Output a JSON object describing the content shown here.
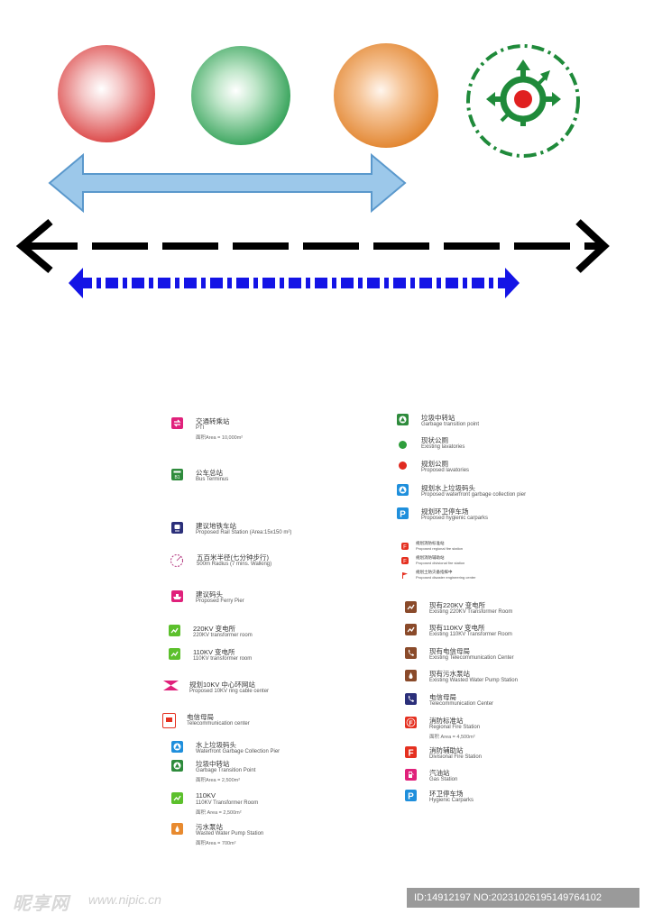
{
  "colors": {
    "red": "#d93b3b",
    "green": "#2c9e52",
    "orange": "#e88a2f",
    "roundabout_green": "#1f8a3a",
    "light_blue_arrow": "#7fb6e0",
    "dark_blue_arrow": "#1414e6",
    "black_arrow": "#000000",
    "pink": "#e0217b",
    "icon_green": "#2e8b3c",
    "navy": "#2b2f7a",
    "brown": "#8a4a2a",
    "red_sign": "#e53020",
    "blue": "#1f8fdc",
    "lime": "#5cc02c"
  },
  "legend_left": [
    {
      "icon": "transfer-icon",
      "color": "#e0217b",
      "zh": "交通转乘站",
      "en": "PTI",
      "area": "面积Area = 10,000m²"
    },
    {
      "icon": "bus-icon",
      "color": "#2e8b3c",
      "zh": "公车总站",
      "en": "Bus Terminus",
      "area": ""
    },
    {
      "icon": "rail-icon",
      "color": "#2b2f7a",
      "zh": "建议地铁车站",
      "en": "Proposed Rail Station (Area:15x150 m²)",
      "area": ""
    },
    {
      "icon": "radius-icon",
      "color": "#b0307a",
      "zh": "五百米半径(七分钟步行)",
      "en": "500m Radius (7 mins. Walking)",
      "area": ""
    },
    {
      "icon": "ferry-icon",
      "color": "#e0217b",
      "zh": "建议码头",
      "en": "Proposed Ferry Pier",
      "area": ""
    },
    {
      "icon": "transformer-icon",
      "color": "#5cc02c",
      "zh": "220KV 变电所",
      "en": "220KV transformer room",
      "area": ""
    },
    {
      "icon": "transformer-icon",
      "color": "#5cc02c",
      "zh": "110KV 变电所",
      "en": "110KV transformer room",
      "area": ""
    },
    {
      "icon": "ring-cable-icon",
      "color": "#e0217b",
      "zh": "规划10KV 中心环网站",
      "en": "Proposed 10KV ring cable center",
      "area": ""
    },
    {
      "icon": "telecom-icon",
      "color": "#e53020",
      "zh": "电信母局",
      "en": "Telecommunication center",
      "area": ""
    },
    {
      "icon": "garbage-pier-icon",
      "color": "#1f8fdc",
      "zh": "水上垃圾码头",
      "en": "Waterfront Garbage Collection Pier",
      "area": ""
    },
    {
      "icon": "garbage-icon",
      "color": "#2e8b3c",
      "zh": "垃圾中转站",
      "en": "Garbage Transition Point",
      "area": "面积Area = 2,500m²"
    },
    {
      "icon": "transformer-icon",
      "color": "#5cc02c",
      "zh": "110KV",
      "en": "110KV Transformer Room",
      "area": "面积 Area = 2,500m²"
    },
    {
      "icon": "pump-icon",
      "color": "#e88a2f",
      "zh": "污水泵站",
      "en": "Wasted Water Pump Station",
      "area": "面积Area = 700m²"
    }
  ],
  "legend_right": [
    {
      "icon": "garbage-icon",
      "color": "#2e8b3c",
      "zh": "垃圾中转站",
      "en": "Garbage transition point",
      "area": ""
    },
    {
      "icon": "lavatory-dot-icon",
      "color": "#2e9e3c",
      "zh": "现状公厕",
      "en": "Existing lavatories",
      "area": ""
    },
    {
      "icon": "lavatory-dot-icon",
      "color": "#e02a20",
      "zh": "规划公厕",
      "en": "Proposed lavatories",
      "area": ""
    },
    {
      "icon": "garbage-pier-icon",
      "color": "#1f8fdc",
      "zh": "规划水上垃圾码头",
      "en": "Proposed waterfront garbage collection pier",
      "area": ""
    },
    {
      "icon": "parking-icon",
      "color": "#1f8fdc",
      "zh": "规划环卫停车场",
      "en": "Proposed hygienic carparks",
      "area": ""
    }
  ],
  "legend_right_small": [
    {
      "icon": "fire-icon",
      "color": "#e53020",
      "zh": "规划消防标准站",
      "en": "Proposed regional fire station"
    },
    {
      "icon": "fire-icon",
      "color": "#e53020",
      "zh": "规划消防辅助站",
      "en": "Proposed divisional fire station"
    },
    {
      "icon": "flag-icon",
      "color": "#e53020",
      "zh": "规划土防灾备指挥中",
      "en": "Proposed disaster engineering center"
    }
  ],
  "legend_right_lower": [
    {
      "icon": "transformer-icon",
      "color": "#8a4a2a",
      "zh": "现有220KV 变电所",
      "en": "Existing 220KV Transformer Room",
      "area": ""
    },
    {
      "icon": "transformer-icon",
      "color": "#8a4a2a",
      "zh": "现有110KV 变电所",
      "en": "Existing 110KV Transformer Room",
      "area": ""
    },
    {
      "icon": "phone-icon",
      "color": "#8a4a2a",
      "zh": "现有电信母局",
      "en": "Existing Telecommunication Center",
      "area": ""
    },
    {
      "icon": "pump-icon",
      "color": "#8a4a2a",
      "zh": "现有污水泵站",
      "en": "Existing Wasted Water Pump Station",
      "area": ""
    },
    {
      "icon": "phone-icon",
      "color": "#2b2f7a",
      "zh": "电信母局",
      "en": "Telecommunication Center",
      "area": ""
    },
    {
      "icon": "fire-icon",
      "color": "#e53020",
      "zh": "消防标准站",
      "en": "Regional Fire Station",
      "area": "面积 Area = 4,500m²"
    },
    {
      "icon": "fire-icon",
      "color": "#e53020",
      "zh": "消防辅助站",
      "en": "Divisional Fire Station",
      "area": ""
    },
    {
      "icon": "gas-icon",
      "color": "#e0217b",
      "zh": "汽油站",
      "en": "Gas Station",
      "area": ""
    },
    {
      "icon": "parking-icon",
      "color": "#1f8fdc",
      "zh": "环卫停车场",
      "en": "Hygienic Carparks",
      "area": ""
    }
  ],
  "watermark": {
    "brand": "昵享网",
    "url": "www.nipic.cn",
    "id_line": "ID:14912197 NO:20231026195149764102"
  }
}
